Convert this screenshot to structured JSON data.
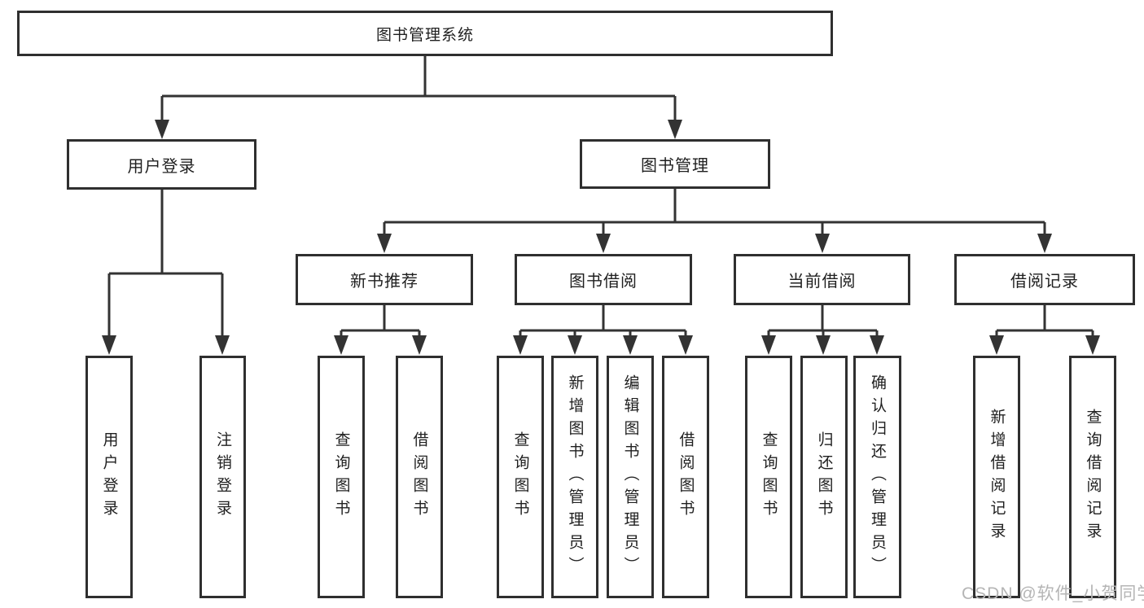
{
  "colors": {
    "line": "#333333",
    "box_border": "#2f2f2f",
    "box_fill": "#ffffff",
    "text": "#1f1f1f",
    "watermark_text_color": "#b5b5b5"
  },
  "tree": {
    "label": "图书管理系统",
    "children": [
      {
        "label": "用户登录",
        "children": [
          {
            "label": "用户登录"
          },
          {
            "label": "注销登录"
          }
        ]
      },
      {
        "label": "图书管理",
        "children": [
          {
            "label": "新书推荐",
            "children": [
              {
                "label": "查询图书"
              },
              {
                "label": "借阅图书"
              }
            ]
          },
          {
            "label": "图书借阅",
            "children": [
              {
                "label": "查询图书"
              },
              {
                "label": "新增图书（管理员）"
              },
              {
                "label": "编辑图书（管理员）"
              },
              {
                "label": "借阅图书"
              }
            ]
          },
          {
            "label": "当前借阅",
            "children": [
              {
                "label": "查询图书"
              },
              {
                "label": "归还图书"
              },
              {
                "label": "确认归还（管理员）"
              }
            ]
          },
          {
            "label": "借阅记录",
            "children": [
              {
                "label": "新增借阅记录"
              },
              {
                "label": "查询借阅记录"
              }
            ]
          }
        ]
      }
    ]
  },
  "watermark": {
    "text": "CSDN @软件_小贺同学"
  }
}
